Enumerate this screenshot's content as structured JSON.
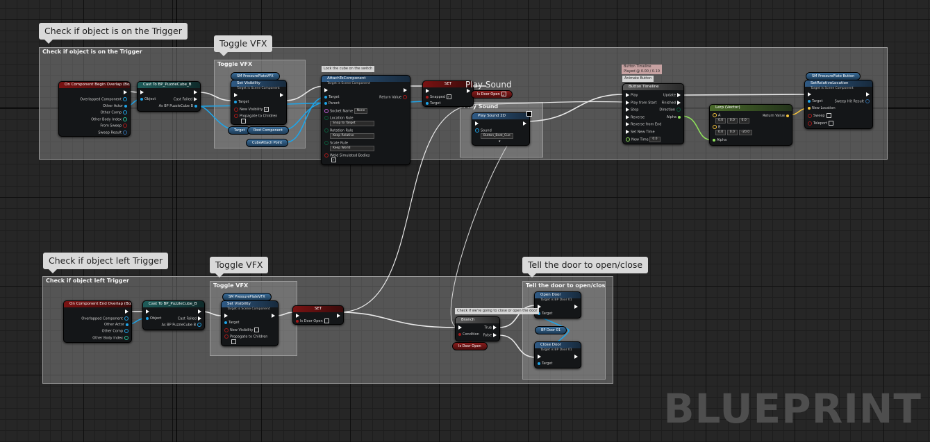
{
  "watermark": "BLUEPRINT",
  "colors": {
    "exec": "#ffffff",
    "object": "#1ea4e8",
    "bool": "#a81a1a",
    "vector": "#f5c43b",
    "float": "#8ee25a",
    "struct": "#2f6aa3"
  },
  "comments": {
    "trigger_on": {
      "bubble": "Check if object is on the Trigger",
      "title": "Check if object is on the Trigger"
    },
    "toggle_vfx_top": {
      "bubble": "Toggle VFX",
      "title": "Toggle VFX"
    },
    "play_sound": {
      "title": "Play Sound"
    },
    "trigger_left": {
      "bubble": "Check if object left Trigger",
      "title": "Check if object left Trigger"
    },
    "toggle_vfx_bottom": {
      "bubble": "Toggle VFX",
      "title": "Toggle VFX"
    },
    "tell_door": {
      "bubble": "Tell the door to open/close",
      "title": "Tell the door to open/close"
    }
  },
  "notes": {
    "lock_cube": "Lock the cube on the switch",
    "button_timeline": "Button Timeline",
    "button_timeline_sub": "Played @ 0.00 / 0.10",
    "animate_button": "Animate Button",
    "check_door": "Check if we're going to close or open the door",
    "play_sound_mini": "Play Sound"
  },
  "nodes": {
    "begin_overlap": {
      "title": "On Component Begin Overlap (Box)",
      "pins": [
        "Overlapped Component",
        "Other Actor",
        "Other Comp",
        "Other Body Index",
        "From Sweep",
        "Sweep Result"
      ]
    },
    "cast_top": {
      "title": "Cast To BP_PuzzleCube_B",
      "object": "Object",
      "cast_failed": "Cast Failed",
      "as_cube": "As BP PuzzleCube B"
    },
    "set_vis_top": {
      "title": "Set Visibility",
      "sub": "Target is Scene Component",
      "target": "Target",
      "new_vis": "New Visibility",
      "propagate": "Propagate to Children"
    },
    "attach": {
      "title": "AttachToComponent",
      "sub": "Target is Scene Component",
      "target": "Target",
      "return": "Return Value",
      "parent": "Parent",
      "socket": "Socket Name",
      "socket_val": "None",
      "loc_rule": "Location Rule",
      "loc_val": "Snap to Target",
      "rot_rule": "Rotation Rule",
      "rot_val": "Keep Relative",
      "scale_rule": "Scale Rule",
      "scale_val": "Keep World",
      "weld": "Weld Simulated Bodies"
    },
    "set_top": {
      "title": "SET",
      "snapped": "Snapped",
      "target": "Target"
    },
    "play_sound_2d": {
      "title": "Play Sound 2D",
      "sound": "Sound",
      "sound_val": "Button_Beat_Cue"
    },
    "timeline": {
      "title": "Button Timeline",
      "play": "Play",
      "play_from_start": "Play from Start",
      "stop": "Stop",
      "reverse": "Reverse",
      "reverse_from_end": "Reverse from End",
      "set_new_time": "Set New Time",
      "new_time": "New Time",
      "new_time_val": "0.0",
      "update": "Update",
      "finished": "Finished",
      "direction": "Direction",
      "alpha": "Alpha"
    },
    "lerp": {
      "title": "Lerp (Vector)",
      "a": "A",
      "b": "B",
      "alpha": "Alpha",
      "return": "Return Value",
      "a_vals": [
        "0.0",
        "0.0",
        "0.0"
      ],
      "b_vals": [
        "0.0",
        "0.0",
        "-20.0"
      ]
    },
    "set_rel_loc": {
      "title": "SetRelativeLocation",
      "sub": "Target is Scene Component",
      "target": "Target",
      "sweep_hit": "Sweep Hit Result",
      "new_location": "New Location",
      "sweep": "Sweep",
      "teleport": "Teleport"
    },
    "end_overlap": {
      "title": "On Component End Overlap (Box)",
      "pins": [
        "Overlapped Component",
        "Other Actor",
        "Other Comp",
        "Other Body Index"
      ]
    },
    "cast_bottom": {
      "title": "Cast To BP_PuzzleCube_B",
      "object": "Object",
      "cast_failed": "Cast Failed",
      "as_cube": "As BP PuzzleCube B"
    },
    "set_vis_bottom": {
      "title": "Set Visibility",
      "sub": "Target is Scene Component",
      "target": "Target",
      "new_vis": "New Visibility",
      "propagate": "Propagate to Children"
    },
    "set_bottom": {
      "title": "SET",
      "is_door_open": "Is Door Open"
    },
    "branch": {
      "title": "Branch",
      "condition": "Condition",
      "true": "True",
      "false": "False"
    },
    "open_door": {
      "title": "Open Door",
      "sub": "Target is BP Door 01",
      "target": "Target"
    },
    "close_door": {
      "title": "Close Door",
      "sub": "Target is BP Door 01",
      "target": "Target"
    }
  },
  "vars": {
    "sm_plate_vfx_top": "SM PressurePlateVFX",
    "target_var": "Target",
    "root_component": "Root Component",
    "cube_attach_point": "CubeAttach Point",
    "is_door_open_top": "Is Door Open",
    "sm_plate_button": "SM PressurePlate Button",
    "sm_plate_vfx_bottom": "SM PressurePlateVFX",
    "is_door_open_branch": "Is Door Open",
    "bp_door": "BP Door 01"
  }
}
